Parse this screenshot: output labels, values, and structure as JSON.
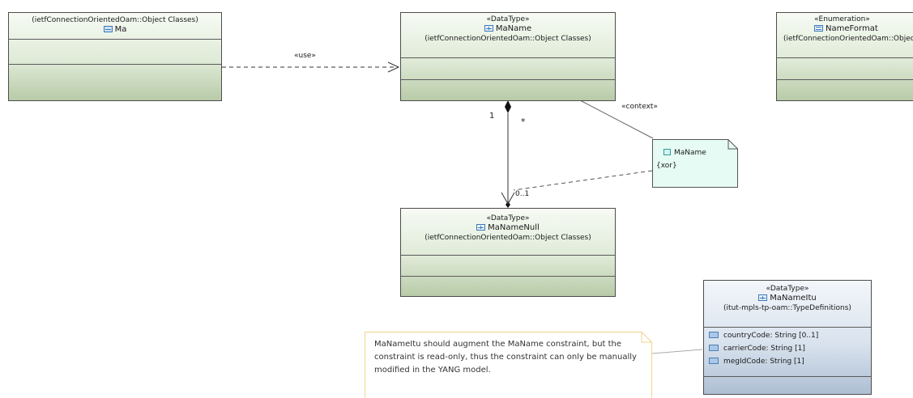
{
  "classes": {
    "ma": {
      "package": "(ietfConnectionOrientedOam::Object Classes)",
      "name": "Ma"
    },
    "ma_name": {
      "stereotype": "«DataType»",
      "name": "MaName",
      "package": "(ietfConnectionOrientedOam::Object Classes)"
    },
    "name_format": {
      "stereotype": "«Enumeration»",
      "name": "NameFormat",
      "package": "(ietfConnectionOrientedOam::Object Classes)"
    },
    "ma_name_null": {
      "stereotype": "«DataType»",
      "name": "MaNameNull",
      "package": "(ietfConnectionOrientedOam::Object Classes)"
    },
    "ma_name_itu": {
      "stereotype": "«DataType»",
      "name": "MaNameItu",
      "package": "(itut-mpls-tp-oam::TypeDefinitions)",
      "attributes": [
        "countryCode: String [0..1]",
        "carrierCode: String [1]",
        "megIdCode: String [1]"
      ]
    }
  },
  "relations": {
    "use_label": "«use»",
    "context_label": "«context»",
    "mult_one": "1",
    "mult_many": "*",
    "mult_zero_one": "0..1"
  },
  "constraint_note": {
    "name": "MaName",
    "body": "{xor}"
  },
  "comment": {
    "text": "MaNameItu should augment the MaName constraint, but the constraint is read-only, thus the constraint can only be manually modified in the YANG model."
  },
  "colors": {
    "class_gradient_top": "#f7fbf4",
    "class_gradient_bottom": "#b8cba8",
    "itu_gradient_top": "#f3f6fa",
    "itu_gradient_bottom": "#aebfd3",
    "note_fill": "#e6fbf4",
    "comment_fill": "#ffffff",
    "comment_border": "#f2d38a"
  }
}
